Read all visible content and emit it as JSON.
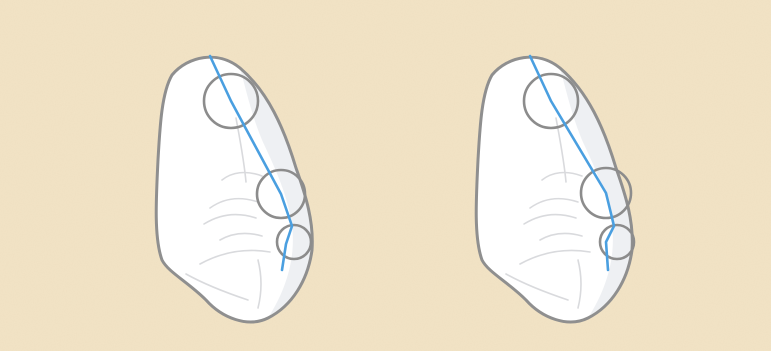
{
  "colors": {
    "background": "#f3e4c6",
    "background_light": "#f7ebd3",
    "paper_speck": "#e9d6b1",
    "hand_fill": "#ffffff",
    "hand_shade": "#eef0f3",
    "outline": "#8f8f8f",
    "crease": "#d9dadd",
    "circle_stroke": "#8c8c8c",
    "guide_line": "#4a9fe0"
  },
  "figures": [
    {
      "id": "left",
      "variant": "guide-line-through-circles"
    },
    {
      "id": "right",
      "variant": "guide-line-through-circles"
    }
  ]
}
